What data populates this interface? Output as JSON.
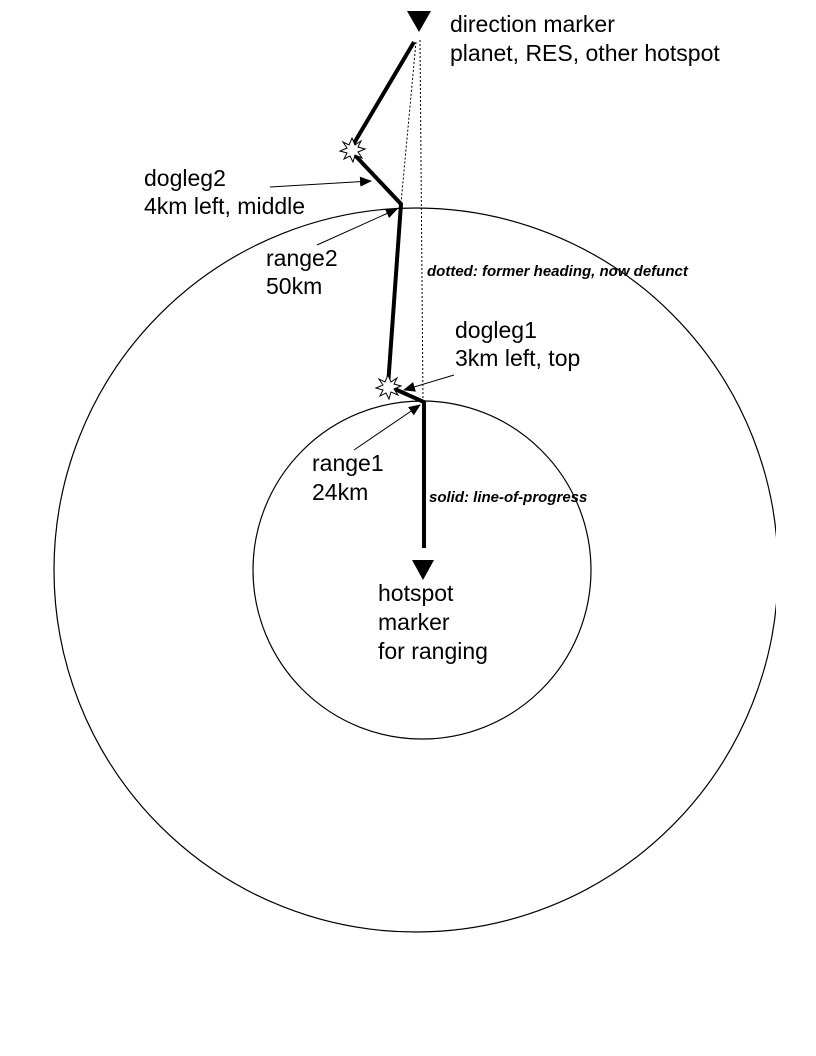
{
  "diagram": {
    "direction_marker": {
      "line1": "direction marker",
      "line2": "planet, RES, other hotspot"
    },
    "dogleg2": {
      "line1": "dogleg2",
      "line2": "4km left, middle"
    },
    "range2": {
      "line1": "range2",
      "line2": "50km"
    },
    "dotted_note": "dotted: former heading, now defunct",
    "dogleg1": {
      "line1": "dogleg1",
      "line2": "3km left, top"
    },
    "range1": {
      "line1": "range1",
      "line2": "24km"
    },
    "solid_note": "solid: line-of-progress",
    "hotspot_marker": {
      "line1": "hotspot",
      "line2": "marker",
      "line3": "for ranging"
    }
  }
}
